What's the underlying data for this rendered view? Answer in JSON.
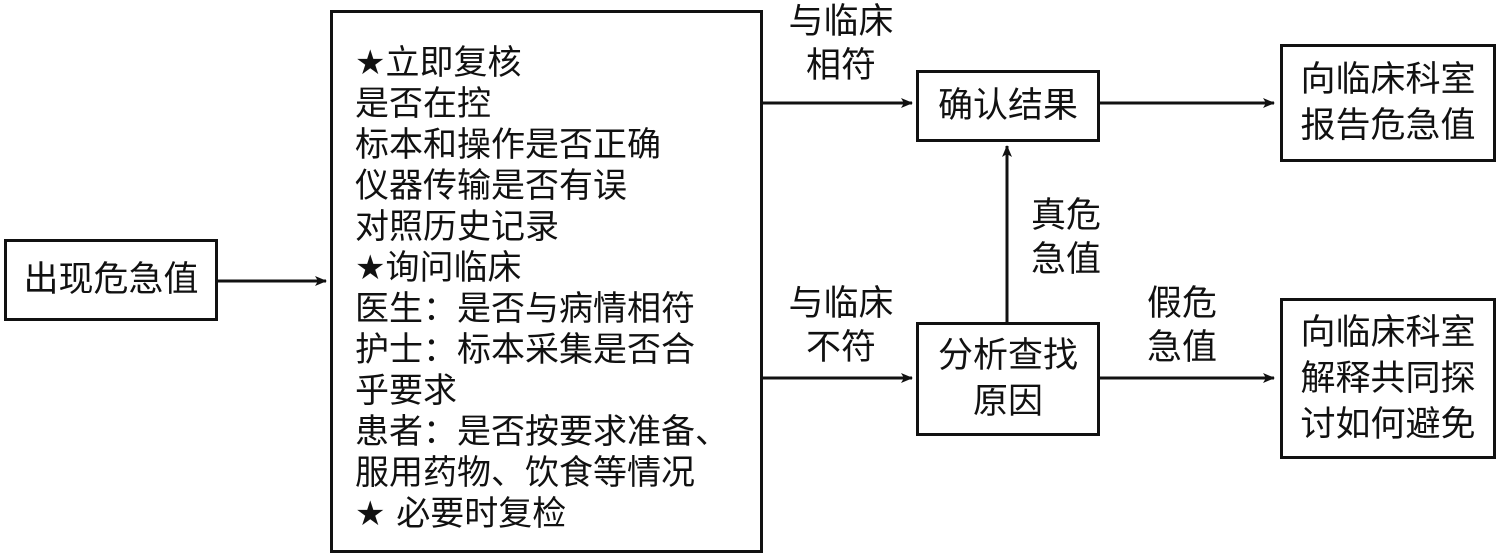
{
  "nodes": {
    "start": [
      "出现危急值"
    ],
    "checklist": [
      "★立即复核",
      "是否在控",
      "标本和操作是否正确",
      "仪器传输是否有误",
      "对照历史记录",
      "★询问临床",
      "医生：是否与病情相符",
      "护士：标本采集是否合",
      "乎要求",
      "患者：是否按要求准备、",
      "服用药物、饮食等情况",
      "★ 必要时复检"
    ],
    "confirm": [
      "确认结果"
    ],
    "analyze": [
      "分析查找",
      "原因"
    ],
    "report": [
      "向临床科室",
      "报告危急值"
    ],
    "explain": [
      "向临床科室",
      "解释共同探",
      "讨如何避免"
    ]
  },
  "edge_labels": {
    "consistent": [
      "与临床",
      "相符"
    ],
    "inconsistent": [
      "与临床",
      "不符"
    ],
    "true_critical": [
      "真危",
      "急值"
    ],
    "false_critical": [
      "假危",
      "急值"
    ]
  }
}
